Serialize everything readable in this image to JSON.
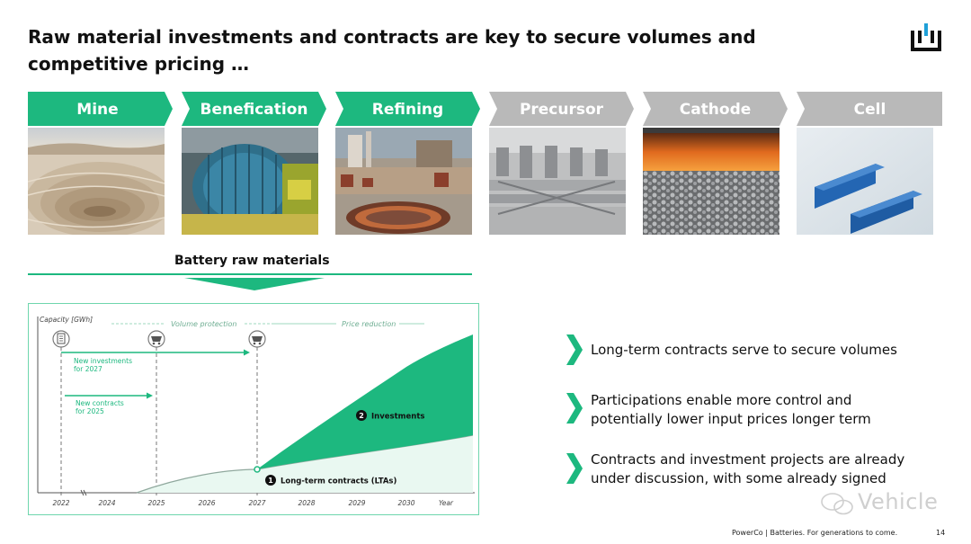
{
  "title": {
    "line1": "Raw material investments and contracts are key to secure volumes and",
    "line2": "competitive pricing …"
  },
  "colors": {
    "accent": "#1db87f",
    "inactive": "#b9b9b9",
    "light_fill": "#e9f8f1"
  },
  "logo": {
    "icon": "powerco-logo-icon"
  },
  "process_steps": [
    {
      "label": "Mine",
      "active": true
    },
    {
      "label": "Benefication",
      "active": true
    },
    {
      "label": "Refining",
      "active": true
    },
    {
      "label": "Precursor",
      "active": false
    },
    {
      "label": "Cathode",
      "active": false
    },
    {
      "label": "Cell",
      "active": false
    }
  ],
  "raw_materials_label": "Battery raw materials",
  "chart": {
    "y_axis_label": "Capacity [GWh]",
    "phase_volume": "Volume protection",
    "phase_price": "Price reduction",
    "x_ticks": [
      "2022",
      "2024",
      "2025",
      "2026",
      "2027",
      "2028",
      "2029",
      "2030",
      "Year"
    ],
    "new_investments": "New investments\nfor 2027",
    "new_investments_l1": "New investments",
    "new_investments_l2": "for 2027",
    "new_contracts_l1": "New contracts",
    "new_contracts_l2": "for 2025",
    "marker_1": "1",
    "marker_2": "2",
    "ltas_label": "Long-term contracts (LTAs)",
    "investments_label": "Investments"
  },
  "bullets": [
    {
      "lines": [
        "Long-term contracts serve to secure volumes"
      ]
    },
    {
      "lines": [
        "Participations enable more control and",
        "potentially lower input prices longer term"
      ]
    },
    {
      "lines": [
        "Contracts and investment projects are already",
        "under discussion, with some already signed"
      ]
    }
  ],
  "watermark": "Vehicle",
  "footer": {
    "brand": "PowerCo | Batteries. For generations to come.",
    "page": "14"
  }
}
